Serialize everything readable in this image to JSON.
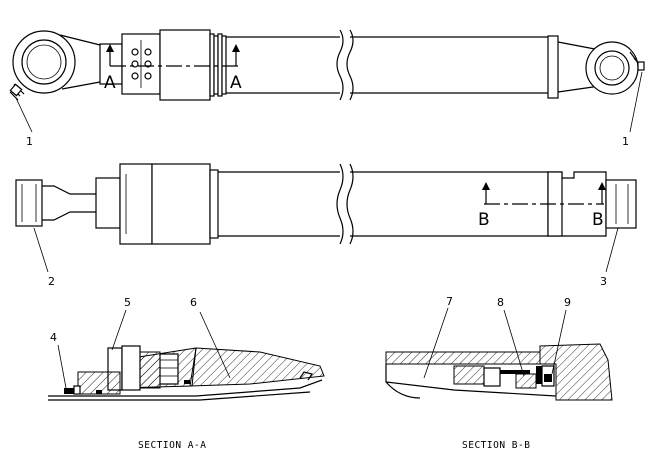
{
  "callouts": [
    "1",
    "1",
    "2",
    "3",
    "4",
    "5",
    "6",
    "7",
    "8",
    "9"
  ],
  "section_markers": {
    "a_left": "A",
    "a_right": "A",
    "b_left": "B",
    "b_right": "B"
  },
  "section_titles": {
    "aa": "SECTION A-A",
    "bb": "SECTION B-B"
  }
}
